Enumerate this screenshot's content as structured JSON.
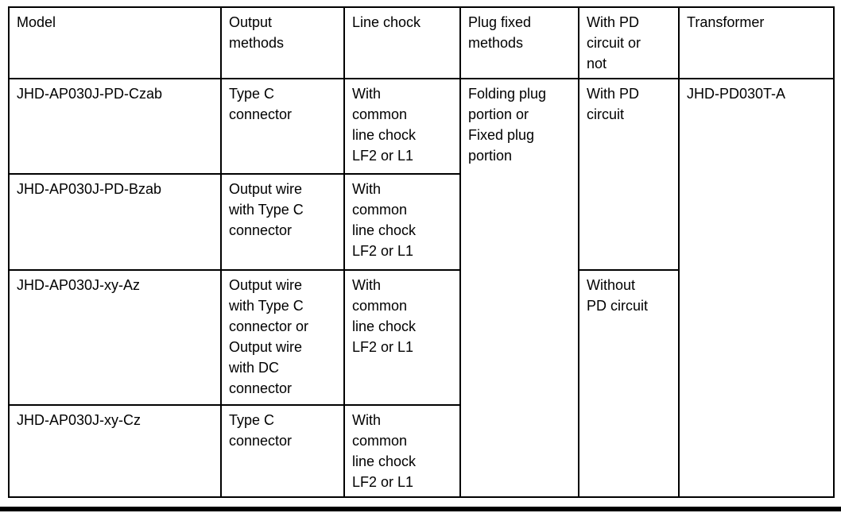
{
  "table": {
    "headers": [
      "Model",
      "Output methods",
      "Line chock",
      "Plug fixed methods",
      "With PD circuit or not",
      "Transformer"
    ],
    "rows": [
      {
        "model": "JHD-AP030J-PD-Czab",
        "output_method": "Type C connector",
        "line_chock": "With common line chock LF2 or L1"
      },
      {
        "model": "JHD-AP030J-PD-Bzab",
        "output_method": "Output wire with Type C connector",
        "line_chock": "With common line chock LF2 or L1"
      },
      {
        "model": "JHD-AP030J-xy-Az",
        "output_method": "Output wire with Type C connector or Output wire with DC connector",
        "line_chock": "With common line chock LF2 or L1"
      },
      {
        "model": "JHD-AP030J-xy-Cz",
        "output_method": "Type C connector",
        "line_chock": "With common line chock LF2 or L1"
      }
    ],
    "merged": {
      "plug_fixed_methods": "Folding plug portion or Fixed plug portion",
      "pd_circuit_top": "With PD circuit",
      "pd_circuit_bottom": "Without PD circuit",
      "transformer": "JHD-PD030T-A"
    }
  }
}
